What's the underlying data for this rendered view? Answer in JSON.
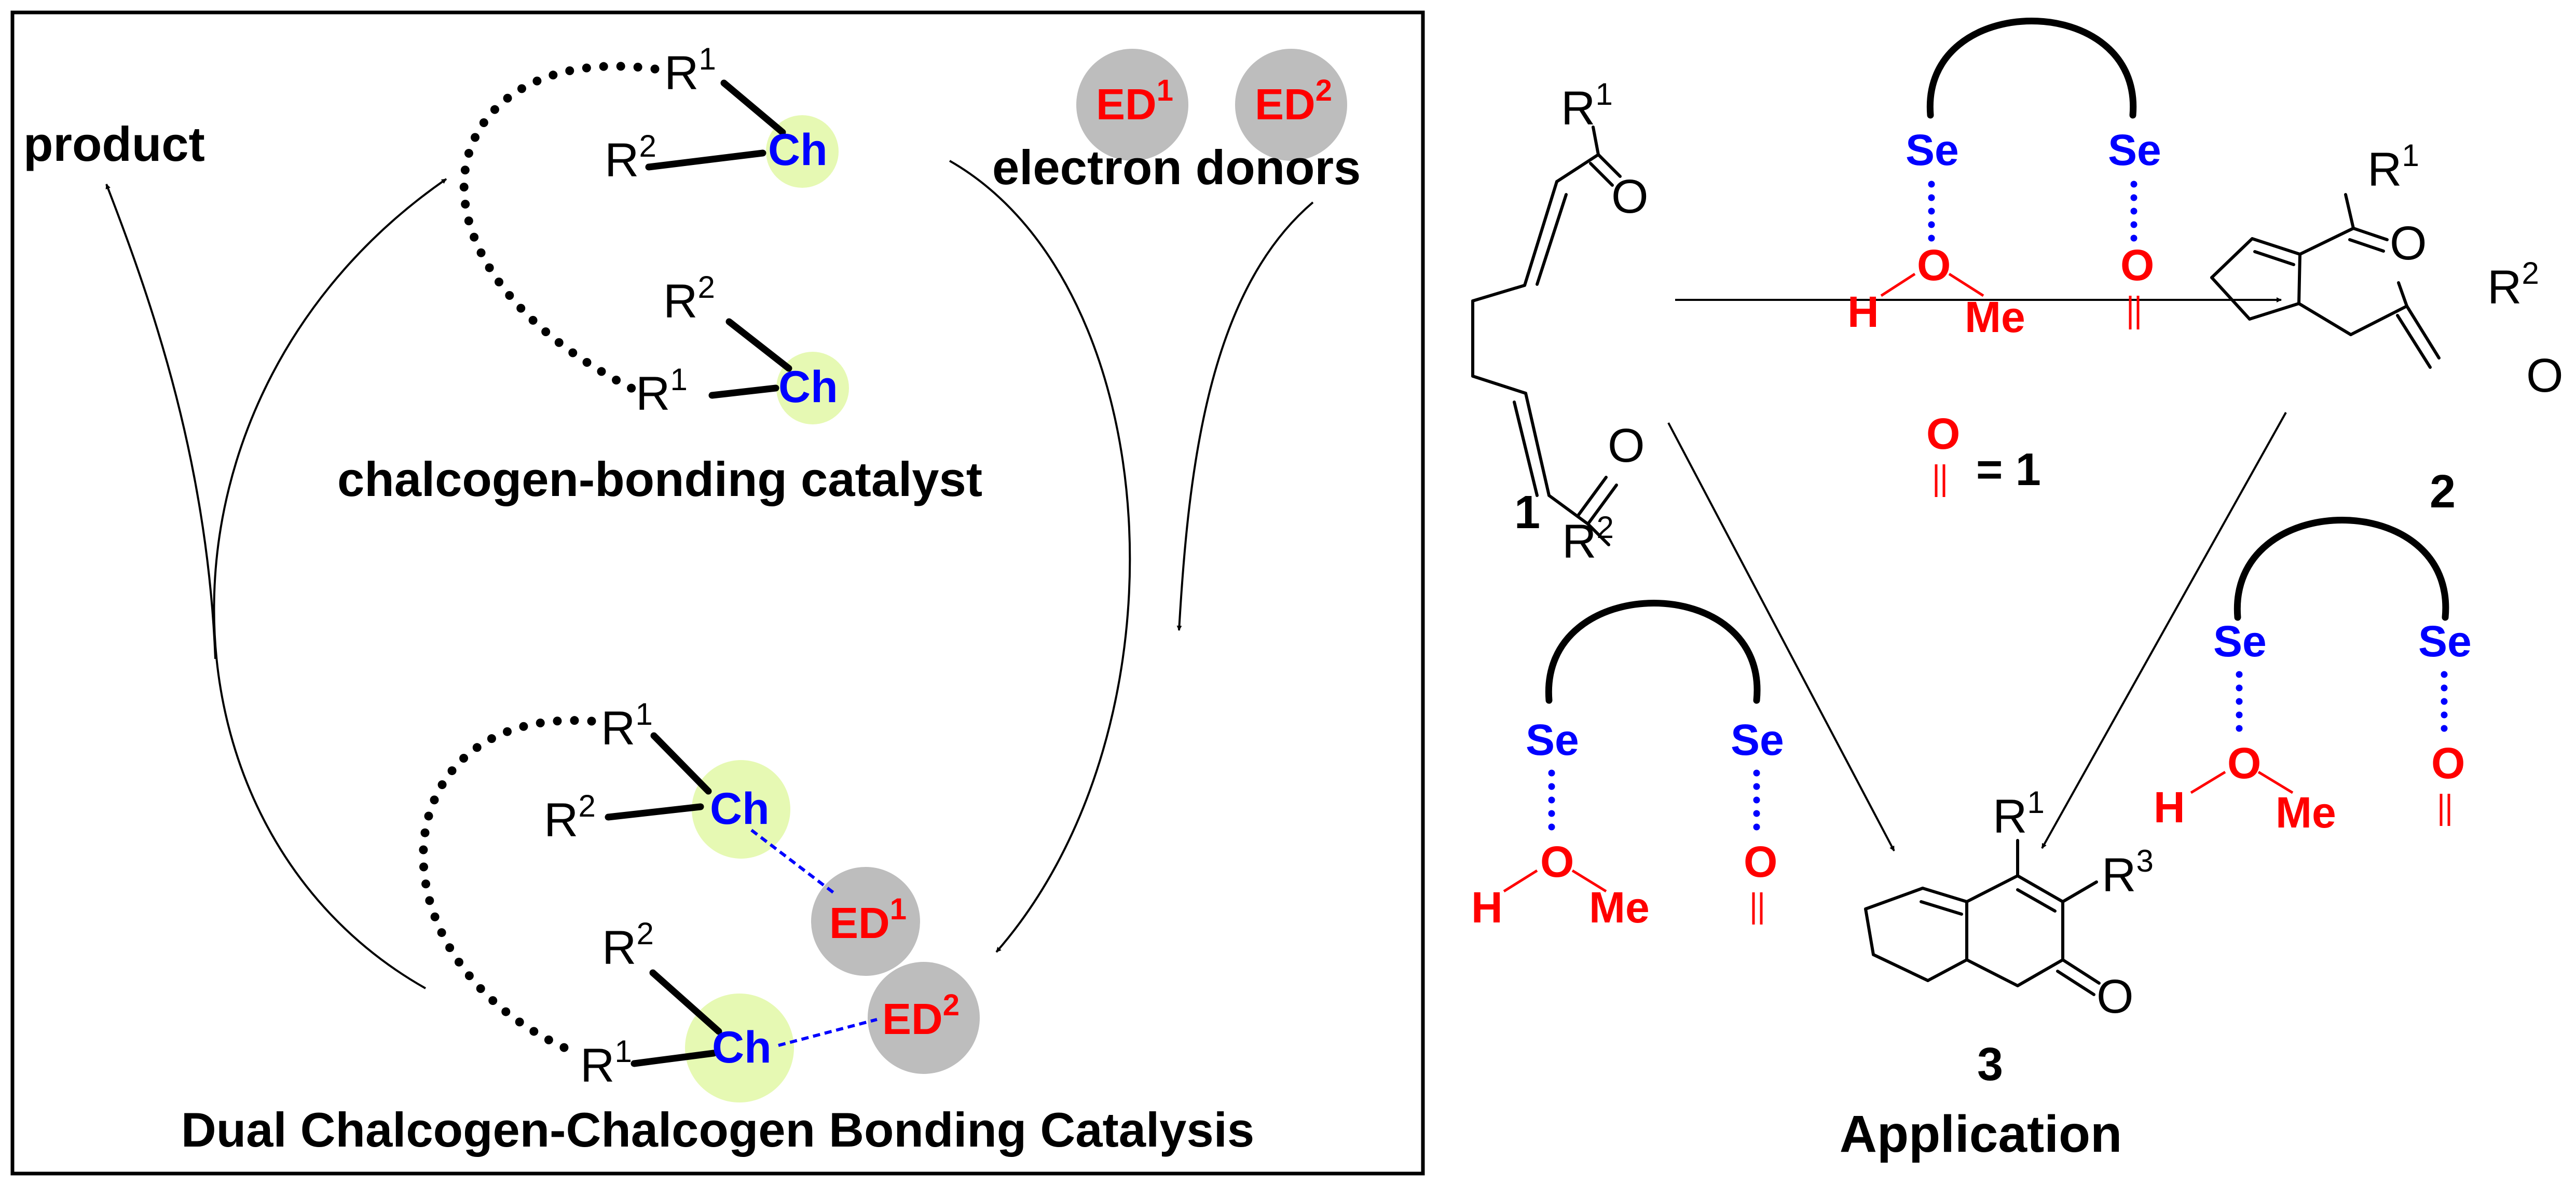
{
  "left_panel": {
    "product_label": "product",
    "catalyst_label": "chalcogen-bonding catalyst",
    "donors_label": "electron donors",
    "footer_title": "Dual Chalcogen-Chalcogen Bonding Catalysis",
    "ch_label": "Ch",
    "r_label": "R",
    "ed_label": "ED",
    "sup_1": "1",
    "sup_2": "2"
  },
  "right_panel": {
    "compound_1": "1",
    "compound_2": "2",
    "compound_3": "3",
    "application_label": "Application",
    "equals_label": "= 1",
    "se_label": "Se",
    "h_label": "H",
    "o_label": "O",
    "me_label": "Me",
    "carbonyl_o": "O",
    "r_label": "R",
    "sup_1": "1",
    "sup_2": "2",
    "sup_3": "3"
  },
  "colors": {
    "chalcogen": "#0000ff",
    "donor_and_oxygen": "#ff0000",
    "ch_circle": "#e6f9b3",
    "ed_circle": "#bdbdbd"
  }
}
